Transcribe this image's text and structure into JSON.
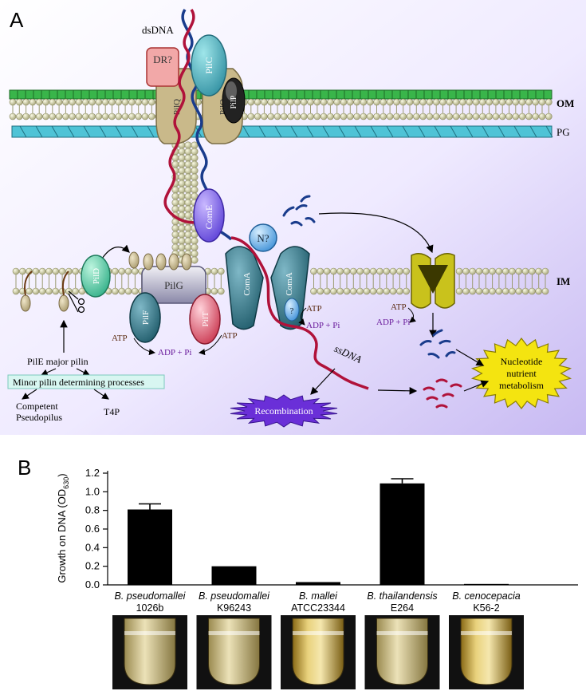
{
  "panel_a": {
    "label": "A",
    "dsdna": "dsDNA",
    "dr": "DR?",
    "pilc": "PilC",
    "pilq": "PilQ",
    "pilp": "PilP",
    "om": "OM",
    "pg": "PG",
    "im": "IM",
    "come": "ComE",
    "n": "N?",
    "coma": "ComA",
    "q": "?",
    "atp": "ATP",
    "adp_pi": "ADP + Pi",
    "pilg": "PilG",
    "pild": "PilD",
    "pilf": "PilF",
    "pilt": "PilT",
    "ssdna": "ssDNA",
    "recombination": "Recombination",
    "nucleotide_line1": "Nucleotide",
    "nucleotide_line2": "nutrient",
    "nucleotide_line3": "metabolism",
    "pile": "PilE major pilin",
    "minor_pilin": "Minor pilin determining processes",
    "competent": "Competent",
    "pseudopilus": "Pseudopilus",
    "t4p": "T4P"
  },
  "panel_b": {
    "label": "B",
    "ylabel": "Growth on DNA (OD",
    "ylabel_sub": "630",
    "ylabel_close": ")",
    "colors": {
      "bar": "#000000"
    }
  },
  "chart_data": {
    "type": "bar",
    "categories": [
      "B. pseudomallei 1026b",
      "B. pseudomallei K96243",
      "B. mallei ATCC23344",
      "B. thailandensis E264",
      "B. cenocepacia K56-2"
    ],
    "category_species": [
      "B. pseudomallei",
      "B. pseudomallei",
      "B. mallei",
      "B. thailandensis",
      "B. cenocepacia"
    ],
    "category_strain": [
      "1026b",
      "K96243",
      "ATCC23344",
      "E264",
      "K56-2"
    ],
    "values": [
      0.81,
      0.2,
      0.03,
      1.09,
      0.01
    ],
    "errors": [
      0.06,
      0.0,
      0.0,
      0.05,
      0.0
    ],
    "yticks": [
      "0.0",
      "0.2",
      "0.4",
      "0.6",
      "0.8",
      "1.0",
      "1.2"
    ],
    "ylim": [
      0,
      1.2
    ],
    "xlabel": "",
    "grid": false
  }
}
